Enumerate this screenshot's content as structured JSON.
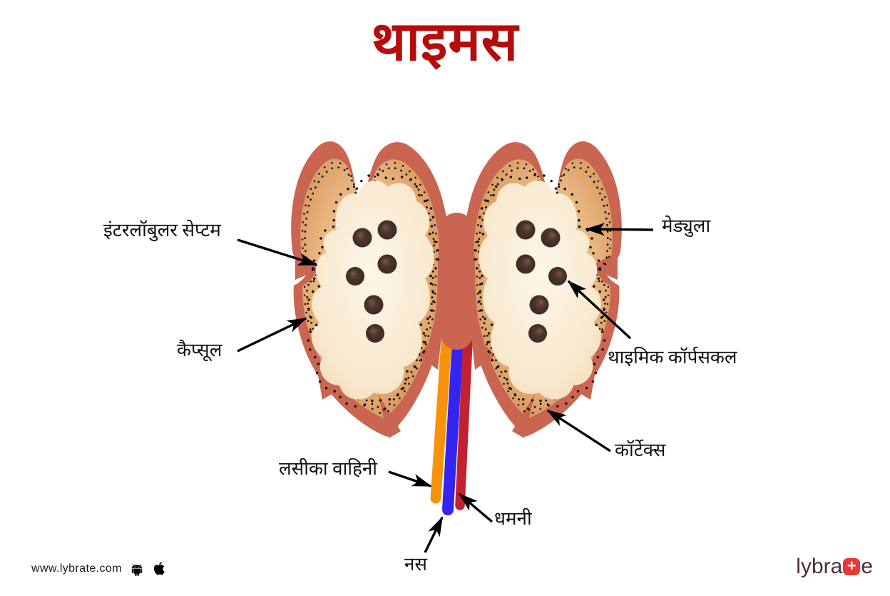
{
  "title": "थाइमस",
  "labels": {
    "interlobular_septum": "इंटरलॉबुलर सेप्टम",
    "capsule": "कैप्सूल",
    "medulla": "मेड्युला",
    "thymic_corpuscle": "थाइमिक कॉर्पसकल",
    "cortex": "कॉर्टेक्स",
    "lymph_vessel": "लसीका वाहिनी",
    "artery": "धमनी",
    "vein": "नस"
  },
  "diagram": {
    "subject": "thymus-gland-anatomy",
    "parts": [
      "left-lobe",
      "right-lobe",
      "isthmus",
      "capsule",
      "cortex",
      "medulla",
      "thymic-corpuscles",
      "lymphatic-vessel",
      "vein",
      "artery"
    ],
    "colors": {
      "title_red": "#b50c0c",
      "capsule_salmon": "#c96551",
      "cortex_tan": "#dfa06a",
      "medulla_cream": "#f9edd6",
      "corpuscle_brown": "#47302a",
      "lymph_vessel_orange": "#f7920d",
      "vein_blue": "#3523f0",
      "artery_red": "#c32030",
      "label_black": "#111111"
    }
  },
  "footer": {
    "website": "www.lybrate.com",
    "logo": {
      "text_before_plus": "lybra",
      "plus_symbol": "+",
      "text_after_plus": "e"
    }
  }
}
